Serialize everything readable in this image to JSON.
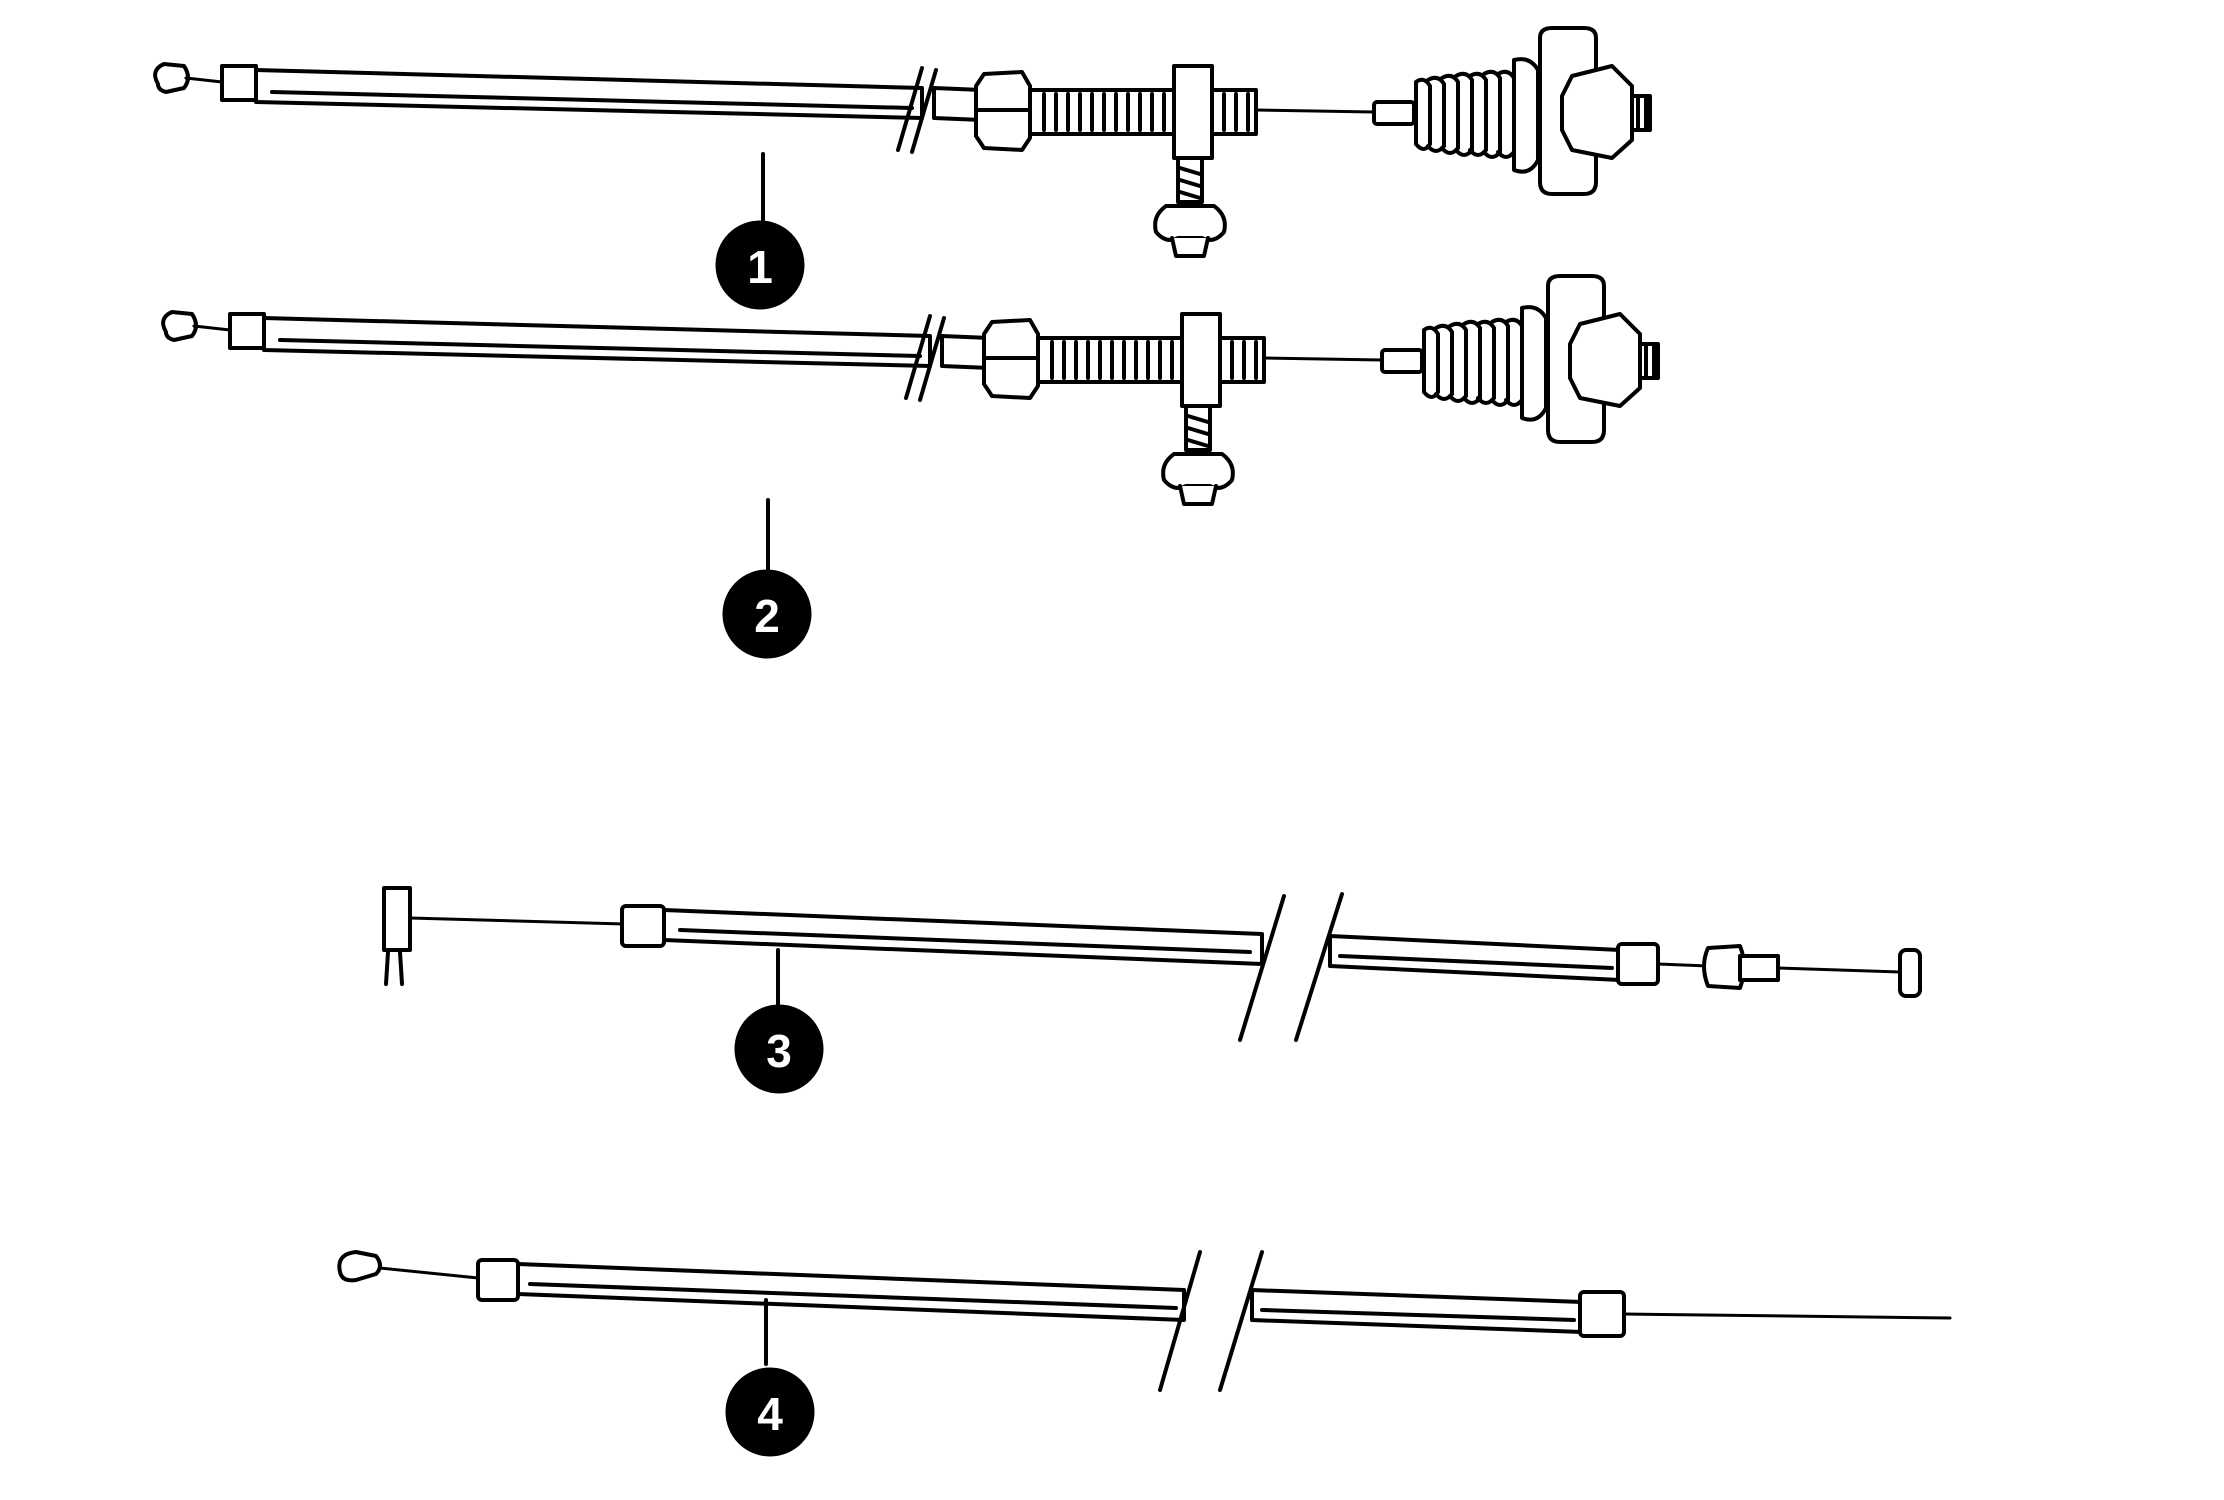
{
  "diagram": {
    "colors": {
      "ink": "#000000",
      "paper": "#ffffff"
    },
    "parts": [
      {
        "callout": "1",
        "type": "cable-with-adjuster-and-spring"
      },
      {
        "callout": "2",
        "type": "cable-with-adjuster-and-spring"
      },
      {
        "callout": "3",
        "type": "cable-with-end-fittings"
      },
      {
        "callout": "4",
        "type": "cable-with-nipple"
      }
    ]
  }
}
